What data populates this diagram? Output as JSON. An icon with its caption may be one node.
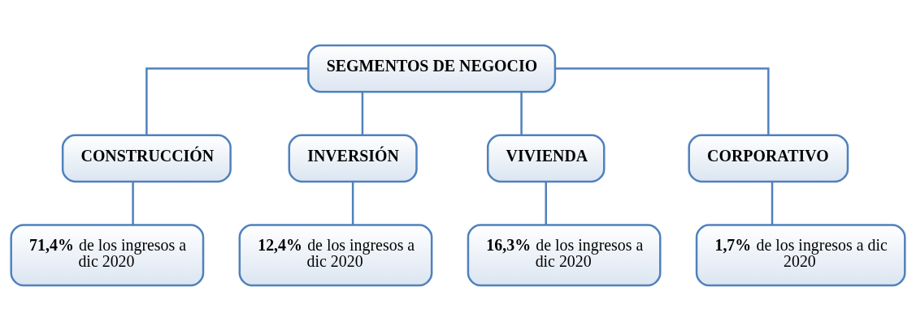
{
  "diagram": {
    "nodes": [
      {
        "text": [
          "SEGMENTOS DE NEGOCIO"
        ]
      },
      {
        "text": [
          "CONSTRUCCIÓN"
        ]
      },
      {
        "text": [
          "INVERSIÓN"
        ]
      },
      {
        "text": [
          "VIVIENDA"
        ]
      },
      {
        "text": [
          "CORPORATIVO"
        ]
      },
      {
        "text": [
          "**71,4%** de los ingresos a dic 2020"
        ]
      },
      {
        "text": [
          "**12,4%** de los ingresos a dic 2020"
        ]
      },
      {
        "text": [
          "**16,3%** de los ingresos a dic 2020"
        ]
      },
      {
        "text": [
          "**1,7%** de los ingresos a dic 2020"
        ]
      }
    ],
    "edges": [
      {
        "from": 0,
        "to": 1,
        "arrow": "none"
      },
      {
        "from": 0,
        "to": 2,
        "arrow": "none"
      },
      {
        "from": 0,
        "to": 3,
        "arrow": "none"
      },
      {
        "from": 0,
        "to": 4,
        "arrow": "none"
      },
      {
        "from": 1,
        "to": 5,
        "arrow": "none"
      },
      {
        "from": 2,
        "to": 6,
        "arrow": "none"
      },
      {
        "from": 3,
        "to": 7,
        "arrow": "none"
      },
      {
        "from": 4,
        "to": 8,
        "arrow": "none"
      }
    ]
  }
}
